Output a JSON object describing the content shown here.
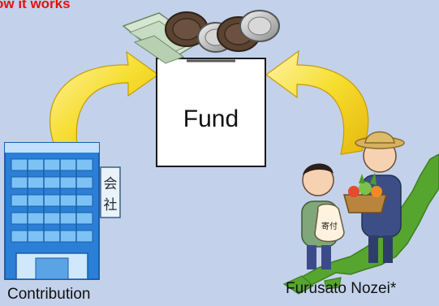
{
  "header": {
    "title": "ow it works"
  },
  "center": {
    "label": "Fund"
  },
  "left": {
    "caption": "Contribution",
    "sign_chars": [
      "会",
      "社"
    ]
  },
  "right": {
    "caption": "Furusato Nozei*",
    "bag_text": "寄付"
  },
  "colors": {
    "background": "#c3d2ea",
    "arrow": "#f3d21a",
    "title": "#e3120b",
    "building": "#2b7fd6",
    "japan_map": "#56a52f"
  },
  "icons": [
    "coins-icon",
    "banknote-icon",
    "building-icon",
    "farmer-icon",
    "donor-icon",
    "vegetable-basket-icon",
    "japan-map-icon",
    "curved-arrow-icon"
  ]
}
